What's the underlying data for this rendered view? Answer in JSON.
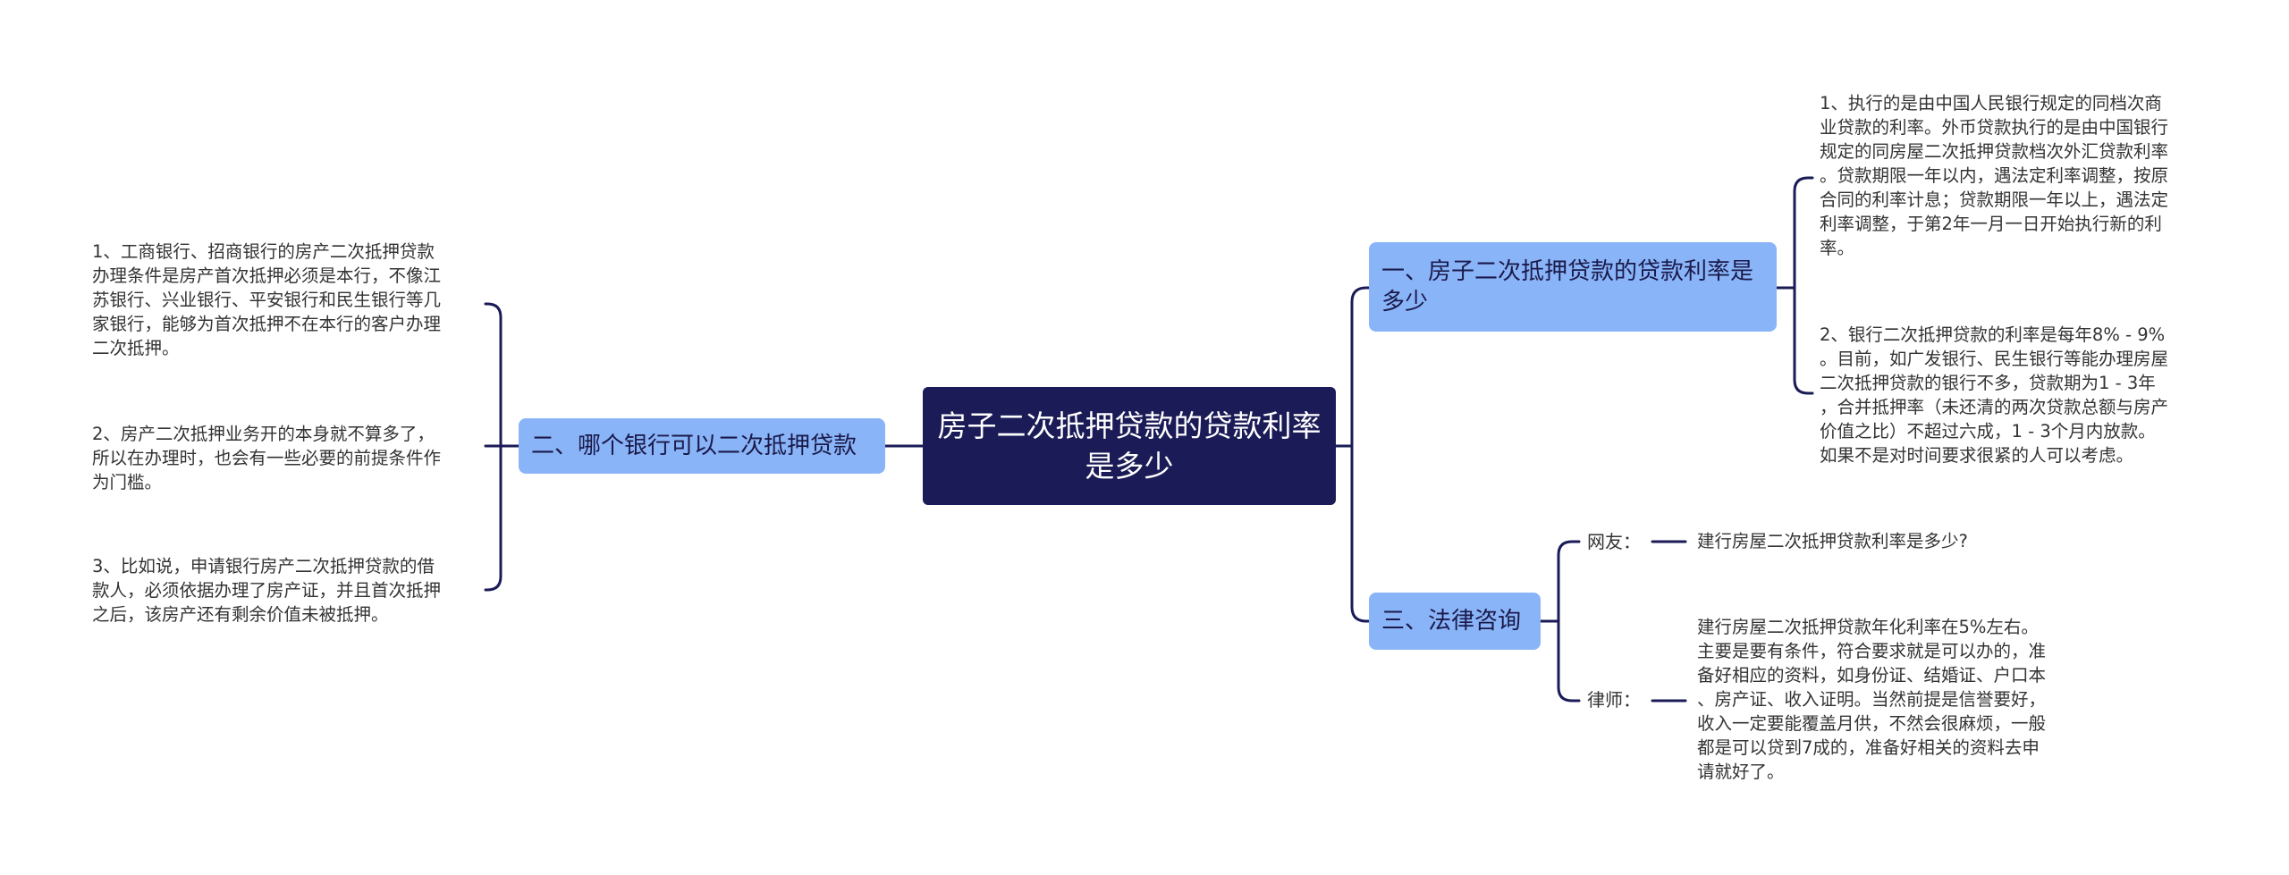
{
  "root": {
    "title": "房子二次抵押贷款的贷款利率是多少"
  },
  "branches": {
    "rate": {
      "label": "一、房子二次抵押贷款的贷款利率是多少",
      "items": [
        "1、执行的是由中国人民银行规定的同档次商\n业贷款的利率。外币贷款执行的是由中国银行\n规定的同房屋二次抵押贷款档次外汇贷款利率\n。贷款期限一年以内，遇法定利率调整，按原\n合同的利率计息；贷款期限一年以上，遇法定\n利率调整，于第2年一月一日开始执行新的利\n率。",
        "2、银行二次抵押贷款的利率是每年8% - 9%\n。目前，如广发银行、民生银行等能办理房屋\n二次抵押贷款的银行不多，贷款期为1 - 3年\n，合并抵押率（未还清的两次贷款总额与房产\n价值之比）不超过六成，1 - 3个月内放款。\n如果不是对时间要求很紧的人可以考虑。"
      ]
    },
    "banks": {
      "label": "二、哪个银行可以二次抵押贷款",
      "items": [
        "1、工商银行、招商银行的房产二次抵押贷款\n办理条件是房产首次抵押必须是本行，不像江\n苏银行、兴业银行、平安银行和民生银行等几\n家银行，能够为首次抵押不在本行的客户办理\n二次抵押。",
        "2、房产二次抵押业务开的本身就不算多了，\n所以在办理时，也会有一些必要的前提条件作\n为门槛。",
        "3、比如说，申请银行房产二次抵押贷款的借\n款人，必须依据办理了房产证，并且首次抵押\n之后，该房产还有剩余价值未被抵押。"
      ]
    },
    "legal": {
      "label": "三、法律咨询",
      "netizen": {
        "label": "网友：",
        "text": "建行房屋二次抵押贷款利率是多少?"
      },
      "lawyer": {
        "label": "律师：",
        "text": "建行房屋二次抵押贷款年化利率在5%左右。\n主要是要有条件，符合要求就是可以办的，准\n备好相应的资料，如身份证、结婚证、户口本\n、房产证、收入证明。当然前提是信誉要好，\n收入一定要能覆盖月供，不然会很麻烦，一般\n都是可以贷到7成的，准备好相关的资料去申\n请就好了。"
      }
    }
  },
  "colors": {
    "root_bg": "#1b1b57",
    "branch_bg": "#8ab4f8",
    "connector": "#1b1b57",
    "leaf_text": "#333333"
  }
}
